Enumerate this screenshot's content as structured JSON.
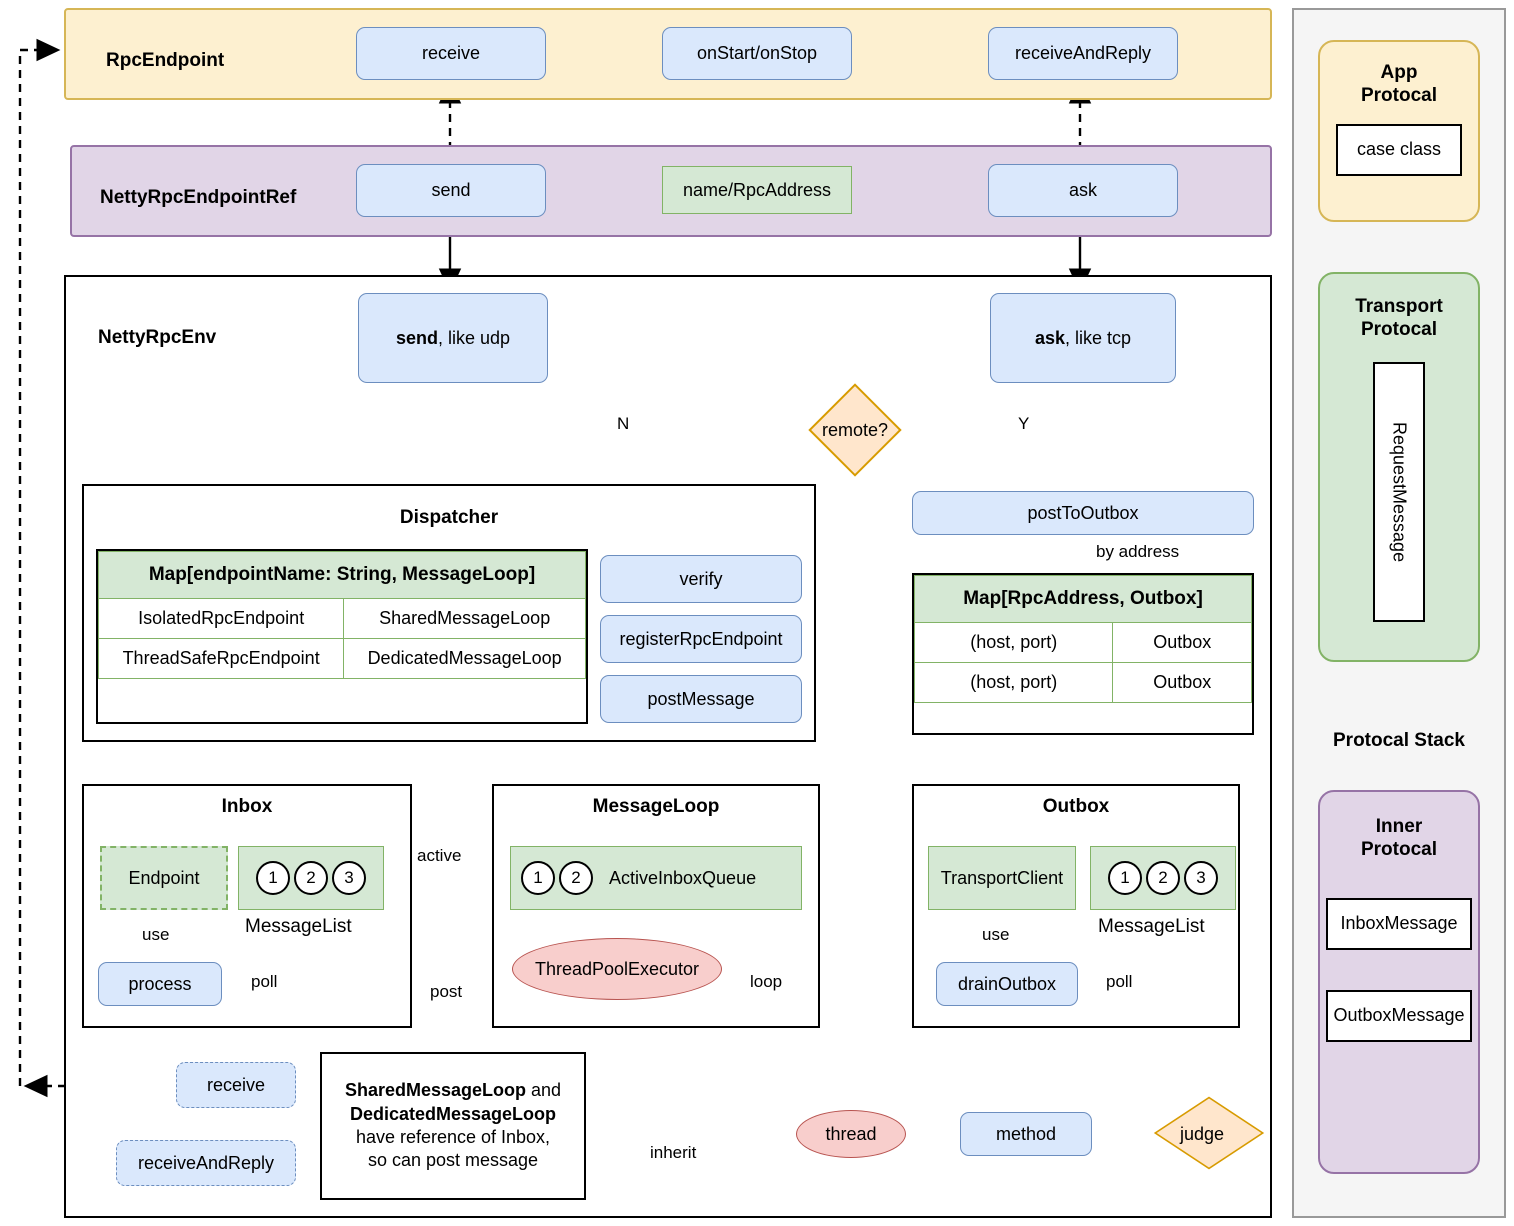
{
  "colors": {
    "app_protocol_fill": "#FDF0D0",
    "app_protocol_border": "#D6B656",
    "inner_protocol_fill": "#E1D5E7",
    "inner_protocol_border": "#9673A6",
    "transport_protocol_fill": "#D5E8D4",
    "transport_protocol_border": "#82B366",
    "method_fill": "#DAE8FC",
    "method_border": "#6C8EBF",
    "thread_fill": "#F8CECC",
    "thread_border": "#B85450",
    "judge_fill": "#FFE6CC",
    "judge_border": "#D79B00",
    "panel_fill": "#F5F5F5"
  },
  "layers": {
    "rpc_endpoint": {
      "label": "RpcEndpoint",
      "methods": [
        "receive",
        "onStart/onStop",
        "receiveAndReply"
      ]
    },
    "netty_rpc_endpoint_ref": {
      "label": "NettyRpcEndpointRef",
      "methods": [
        "send",
        "ask"
      ],
      "attribute": "name/RpcAddress"
    },
    "netty_rpc_env": {
      "label": "NettyRpcEnv",
      "send_box_bold": "send",
      "send_box_rest": ", like udp",
      "ask_box_bold": "ask",
      "ask_box_rest": ", like tcp",
      "decision": "remote?",
      "decision_no": "N",
      "decision_yes": "Y"
    }
  },
  "dispatcher": {
    "title": "Dispatcher",
    "map_header": "Map[endpointName: String, MessageLoop]",
    "map_rows": [
      [
        "IsolatedRpcEndpoint",
        "SharedMessageLoop"
      ],
      [
        "ThreadSafeRpcEndpoint",
        "DedicatedMessageLoop"
      ]
    ],
    "methods": [
      "verify",
      "registerRpcEndpoint",
      "postMessage"
    ]
  },
  "outbox_branch": {
    "post_to_outbox": "postToOutbox",
    "by_address_label": "by address",
    "map_header": "Map[RpcAddress, Outbox]",
    "map_rows": [
      [
        "(host, port)",
        "Outbox"
      ],
      [
        "(host, port)",
        "Outbox"
      ]
    ]
  },
  "inbox": {
    "title": "Inbox",
    "endpoint": "Endpoint",
    "message_list_label": "MessageList",
    "messages": [
      "1",
      "2",
      "3"
    ],
    "process": "process",
    "use_label": "use",
    "poll_label": "poll",
    "active_label": "active"
  },
  "message_loop": {
    "title": "MessageLoop",
    "queue_label": "ActiveInboxQueue",
    "queue_messages": [
      "1",
      "2"
    ],
    "thread": "ThreadPoolExecutor",
    "loop_label": "loop",
    "post_label": "post",
    "inherit_label": "inherit"
  },
  "outbox": {
    "title": "Outbox",
    "transport_client": "TransportClient",
    "message_list_label": "MessageList",
    "messages": [
      "1",
      "2",
      "3"
    ],
    "drain": "drainOutbox",
    "use_label": "use",
    "poll_label": "poll"
  },
  "callbacks": {
    "receive": "receive",
    "receive_and_reply": "receiveAndReply"
  },
  "note": {
    "line1_bold": "SharedMessageLoop",
    "line1_rest": " and",
    "line2_bold": "DedicatedMessageLoop",
    "line3": "have reference of Inbox,",
    "line4": "so can post message"
  },
  "legend": {
    "thread": "thread",
    "method": "method",
    "judge": "judge"
  },
  "protocol_stack": {
    "title": "Protocal Stack",
    "app": {
      "title": "App\nProtocal",
      "title_l1": "App",
      "title_l2": "Protocal",
      "items": [
        "case class"
      ]
    },
    "transport": {
      "title_l1": "Transport",
      "title_l2": "Protocal",
      "items": [
        "RequestMessage"
      ]
    },
    "inner": {
      "title_l1": "Inner",
      "title_l2": "Protocal",
      "items": [
        "InboxMessage",
        "OutboxMessage"
      ]
    }
  }
}
